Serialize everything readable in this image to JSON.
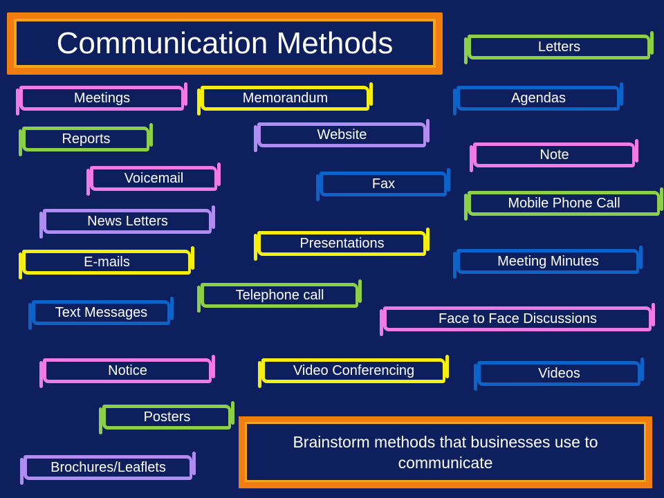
{
  "title": "Communication Methods",
  "prompt": "Brainstorm methods that businesses use to communicate",
  "colors": {
    "background": "#0d1f5c",
    "title_frame": "#f07c12",
    "pink": "#f07be6",
    "green": "#8cd04a",
    "yellow": "#f4ee12",
    "blue": "#0e63c8",
    "lavender": "#b08cf2"
  },
  "tags": {
    "letters": "Letters",
    "meetings": "Meetings",
    "memorandum": "Memorandum",
    "agendas": "Agendas",
    "reports": "Reports",
    "website": "Website",
    "note": "Note",
    "voicemail": "Voicemail",
    "fax": "Fax",
    "mobile_phone_call": "Mobile Phone Call",
    "news_letters": "News Letters",
    "presentations": "Presentations",
    "emails": "E-mails",
    "meeting_minutes": "Meeting Minutes",
    "telephone_call": "Telephone call",
    "text_messages": "Text Messages",
    "face_to_face": "Face to Face Discussions",
    "notice": "Notice",
    "video_conferencing": "Video Conferencing",
    "videos": "Videos",
    "posters": "Posters",
    "brochures": "Brochures/Leaflets"
  }
}
